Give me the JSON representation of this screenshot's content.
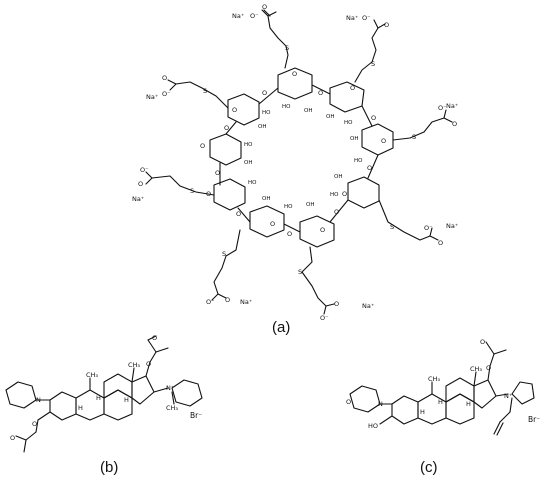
{
  "captions": {
    "a": "(a)",
    "b": "(b)",
    "c": "(c)"
  },
  "atoms": {
    "na_plus": "Na⁺",
    "o_minus": "O⁻",
    "o": "O",
    "s": "S",
    "oh": "OH",
    "ho": "HO",
    "n": "N",
    "n_plus": "N⁺",
    "h": "H",
    "ch3": "CH₃",
    "br_minus": "Br⁻"
  },
  "icons": [
    "sugammadex-structure",
    "vecuronium-structure",
    "rocuronium-structure"
  ]
}
